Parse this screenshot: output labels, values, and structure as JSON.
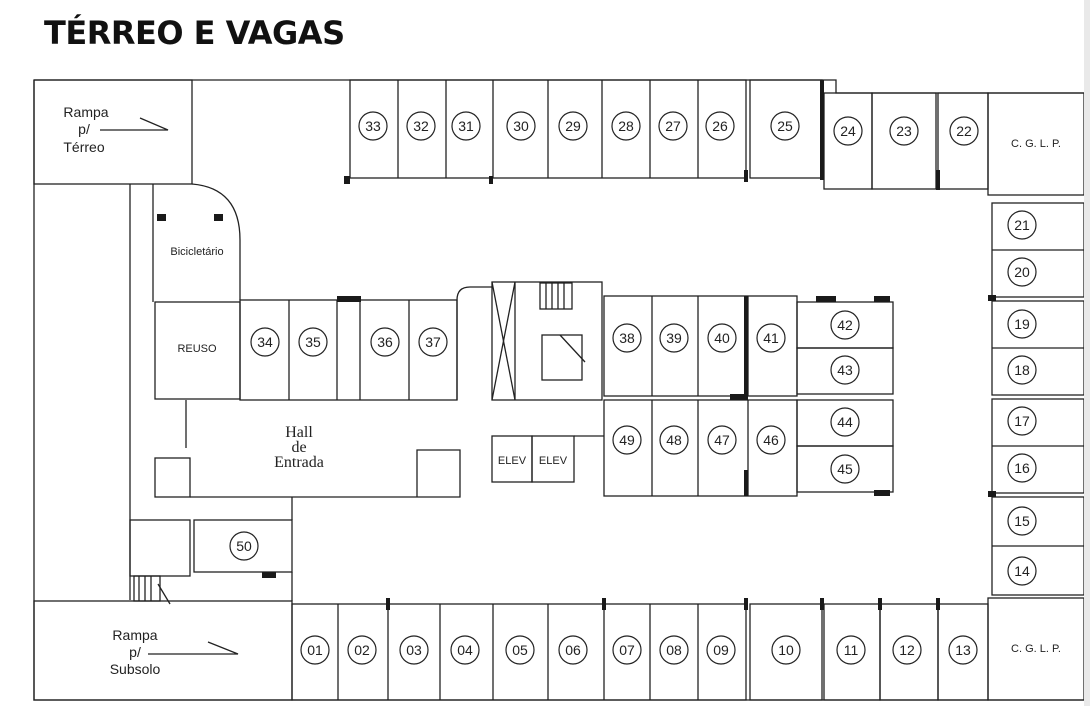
{
  "title": "TÉRREO E VAGAS",
  "labels": {
    "ramp_top_1": "Rampa",
    "ramp_top_2": "p/",
    "ramp_top_3": "Térreo",
    "ramp_bottom_1": "Rampa",
    "ramp_bottom_2": "p/",
    "ramp_bottom_3": "Subsolo",
    "bike": "Bicicletário",
    "reuso": "REUSO",
    "hall_1": "Hall",
    "hall_2": "de",
    "hall_3": "Entrada",
    "elev": "ELEV",
    "cglp": "C. G. L. P."
  },
  "spots": {
    "top": [
      "33",
      "32",
      "31",
      "30",
      "29",
      "28",
      "27",
      "26",
      "25",
      "24",
      "23",
      "22"
    ],
    "mid_upper": [
      "34",
      "35",
      "36",
      "37",
      "38",
      "39",
      "40",
      "41"
    ],
    "mid_lower": [
      "49",
      "48",
      "47",
      "46"
    ],
    "mid_stack": [
      "42",
      "43",
      "44",
      "45"
    ],
    "right": [
      "21",
      "20",
      "19",
      "18",
      "17",
      "16",
      "15",
      "14"
    ],
    "bottom": [
      "01",
      "02",
      "03",
      "04",
      "05",
      "06",
      "07",
      "08",
      "09",
      "10",
      "11",
      "12",
      "13"
    ],
    "other": [
      "50"
    ]
  }
}
